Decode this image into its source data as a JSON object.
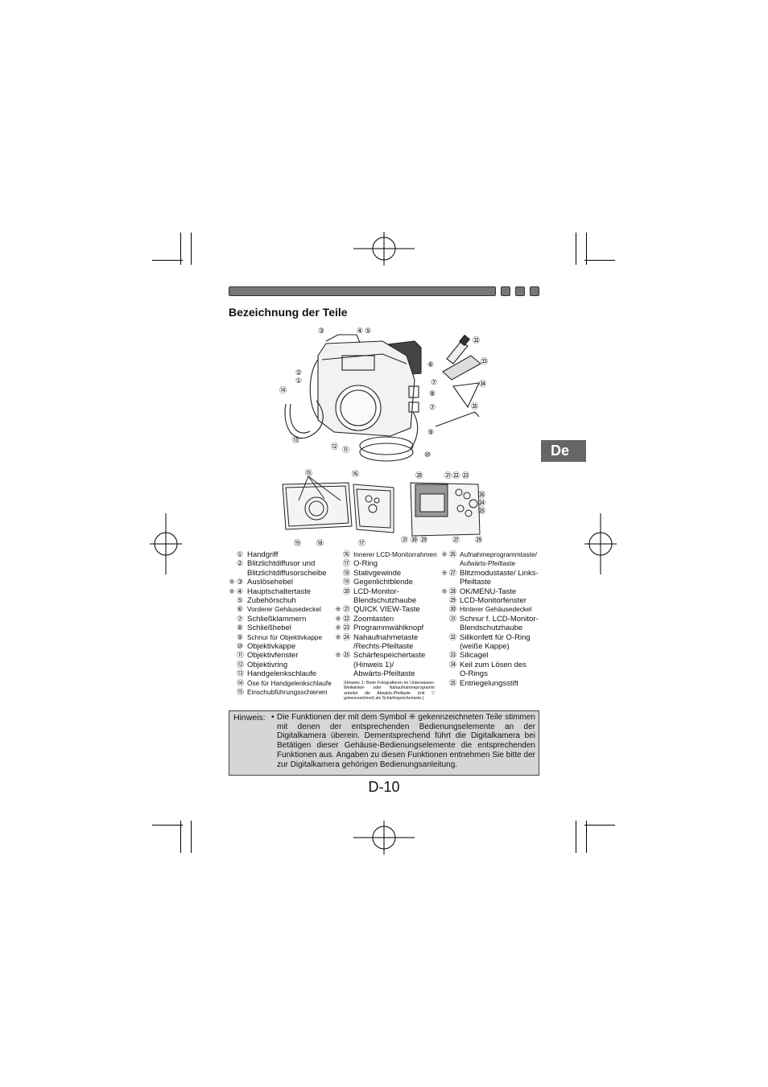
{
  "section": {
    "title": "Bezeichnung der Teile"
  },
  "language_tab": "De",
  "parts": {
    "col1": [
      {
        "mark": "",
        "num": "①",
        "text": "Handgriff",
        "small": false
      },
      {
        "mark": "",
        "num": "②",
        "text": "Blitzlichtdiffusor und\nBlitzlichtdiffusorscheibe",
        "small": false
      },
      {
        "mark": "⁜",
        "num": "③",
        "text": "Auslösehebel",
        "small": false
      },
      {
        "mark": "⁜",
        "num": "④",
        "text": "Hauptschaltertaste",
        "small": false
      },
      {
        "mark": "",
        "num": "⑤",
        "text": "Zubehörschuh",
        "small": false
      },
      {
        "mark": "",
        "num": "⑥",
        "text": "Vorderer Gehäusedeckel",
        "small": true
      },
      {
        "mark": "",
        "num": "⑦",
        "text": "Schließklammern",
        "small": false
      },
      {
        "mark": "",
        "num": "⑧",
        "text": "Schließhebel",
        "small": false
      },
      {
        "mark": "",
        "num": "⑨",
        "text": "Schnur für Objektivkappe",
        "small": true
      },
      {
        "mark": "",
        "num": "⑩",
        "text": "Objektivkappe",
        "small": false
      },
      {
        "mark": "",
        "num": "⑪",
        "text": "Objektivfenster",
        "small": false
      },
      {
        "mark": "",
        "num": "⑫",
        "text": "Objektivring",
        "small": false
      },
      {
        "mark": "",
        "num": "⑬",
        "text": "Handgelenkschlaufe",
        "small": false
      },
      {
        "mark": "",
        "num": "⑭",
        "text": "Öse für Handgelenkschlaufe",
        "small": true
      },
      {
        "mark": "",
        "num": "⑮",
        "text": "Einschubführungsschienen",
        "small": true
      }
    ],
    "col2": [
      {
        "mark": "",
        "num": "⑯",
        "text": "Innerer LCD-Monitorrahmen",
        "small": true
      },
      {
        "mark": "",
        "num": "⑰",
        "text": "O-Ring",
        "small": false
      },
      {
        "mark": "",
        "num": "⑱",
        "text": "Stativgewinde",
        "small": false
      },
      {
        "mark": "",
        "num": "⑲",
        "text": "Gegenlichtblende",
        "small": false
      },
      {
        "mark": "",
        "num": "⑳",
        "text": "LCD-Monitor-\nBlendschutzhaube",
        "small": false
      },
      {
        "mark": "⁜",
        "num": "㉑",
        "text": "QUICK VIEW-Taste",
        "small": false
      },
      {
        "mark": "⁜",
        "num": "㉒",
        "text": "Zoomtasten",
        "small": false
      },
      {
        "mark": "⁜",
        "num": "㉓",
        "text": "Programmwählknopf",
        "small": false
      },
      {
        "mark": "⁜",
        "num": "㉔",
        "text": "Nahaufnahmetaste\n/Rechts-Pfeiltaste",
        "small": false
      },
      {
        "mark": "⁜",
        "num": "㉕",
        "text": "Schärfespeichertaste\n(Hinweis 1)/\nAbwärts-Pfeiltaste",
        "small": false
      }
    ],
    "col3": [
      {
        "mark": "⁜",
        "num": "㉖",
        "text": "Aufnahmeprogrammtaste/\nAufwärts-Pfeiltaste",
        "small": true
      },
      {
        "mark": "⁜",
        "num": "㉗",
        "text": "Blitzmodustaste/ Links-\nPfeiltaste",
        "small": false
      },
      {
        "mark": "⁜",
        "num": "㉘",
        "text": "OK/MENU-Taste",
        "small": false
      },
      {
        "mark": "",
        "num": "㉙",
        "text": "LCD-Monitorfenster",
        "small": false
      },
      {
        "mark": "",
        "num": "㉚",
        "text": "Hinterer Gehäusedeckel",
        "small": true
      },
      {
        "mark": "",
        "num": "㉛",
        "text": "Schnur f. LCD-Monitor-\nBlendschutzhaube",
        "small": false
      },
      {
        "mark": "",
        "num": "㉜",
        "text": "Silikonfett für O-Ring\n  (weiße Kappe)",
        "small": false
      },
      {
        "mark": "",
        "num": "㉝",
        "text": "Silicagel",
        "small": false
      },
      {
        "mark": "",
        "num": "㉞",
        "text": "Keil zum Lösen des\nO-Rings",
        "small": false
      },
      {
        "mark": "",
        "num": "㉟",
        "text": "Entriegelungsstift",
        "small": false
      }
    ]
  },
  "footnote": "(Hinweis 1: Beim Fotografieren im Unterwasser-Weitwinkel- oder Nahaufnahmeprogramm arbeitet die Abwärts-Pfeiltaste (mit ▽ gekennzeichnet) als Schärfespeichertaste.)",
  "hinweis": {
    "label": "Hinweis:",
    "bullet": "•",
    "text": "Die Funktionen der mit dem Symbol ⁜ gekennzeichneten Teile stimmen mit denen der entsprechenden Bedienungselemente an der Digitalkamera überein. Dementsprechend führt die Digitalkamera bei Betätigen dieser Gehäuse-Bedienungselemente die entsprechenden Funktionen aus. Angaben zu diesen Funktionen entnehmen Sie bitte der zur Digitalkamera gehörigen Bedienungsanleitung."
  },
  "figure_labels": {
    "top": [
      "③",
      "④",
      "⑤",
      "②",
      "①",
      "⑭",
      "⑥",
      "⑦",
      "⑧",
      "⑦",
      "⑨",
      "⑩",
      "⑪",
      "⑫",
      "⑬",
      "㉜",
      "㉝",
      "㉞",
      "㉟"
    ],
    "bottom_left": [
      "⑮",
      "⑯",
      "⑲",
      "⑱",
      "⑰"
    ],
    "bottom_right": [
      "⑳",
      "㉑",
      "㉒",
      "㉓",
      "㉖",
      "㉔",
      "㉕",
      "㉛",
      "㉚",
      "㉙",
      "㉗",
      "㉙"
    ]
  },
  "page_number": "D-10"
}
